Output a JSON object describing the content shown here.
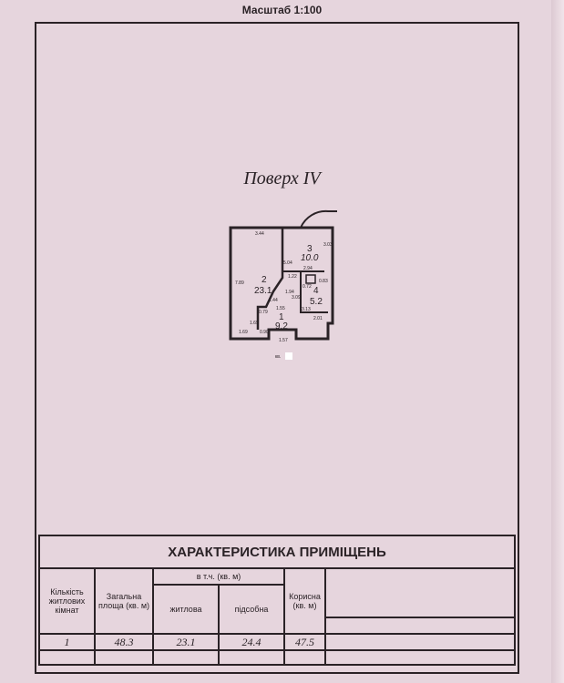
{
  "header": {
    "scale": "Масштаб 1:100"
  },
  "plan": {
    "floor_title": "Поверх IV",
    "rooms": [
      {
        "number": "1",
        "area": "9.2"
      },
      {
        "number": "2",
        "area": "23.1"
      },
      {
        "number": "3",
        "area": "10.0"
      },
      {
        "number": "4",
        "area": "5.2"
      }
    ],
    "dimensions": [
      "3.44",
      "7.89",
      "5.04",
      "1.94",
      "3.03",
      "2.94",
      "1.22",
      "0.72",
      "0.83",
      "3.09",
      "3.13",
      "2.01",
      "1.44",
      "1.55",
      "0.79",
      "1.65",
      "1.69",
      "0.90",
      "1.57"
    ],
    "apartment_label": "кв."
  },
  "table": {
    "title": "ХАРАКТЕРИСТИКА ПРИМІЩЕНЬ",
    "col_rooms": "Кількість житлових кімнат",
    "col_total": "Загальна площа (кв. м)",
    "col_incl": "в т.ч. (кв. м)",
    "col_living": "житлова",
    "col_aux": "підсобна",
    "col_useful": "Корисна (кв. м)",
    "row": {
      "rooms": "1",
      "total": "48.3",
      "living": "23.1",
      "aux": "24.4",
      "useful": "47.5"
    }
  }
}
